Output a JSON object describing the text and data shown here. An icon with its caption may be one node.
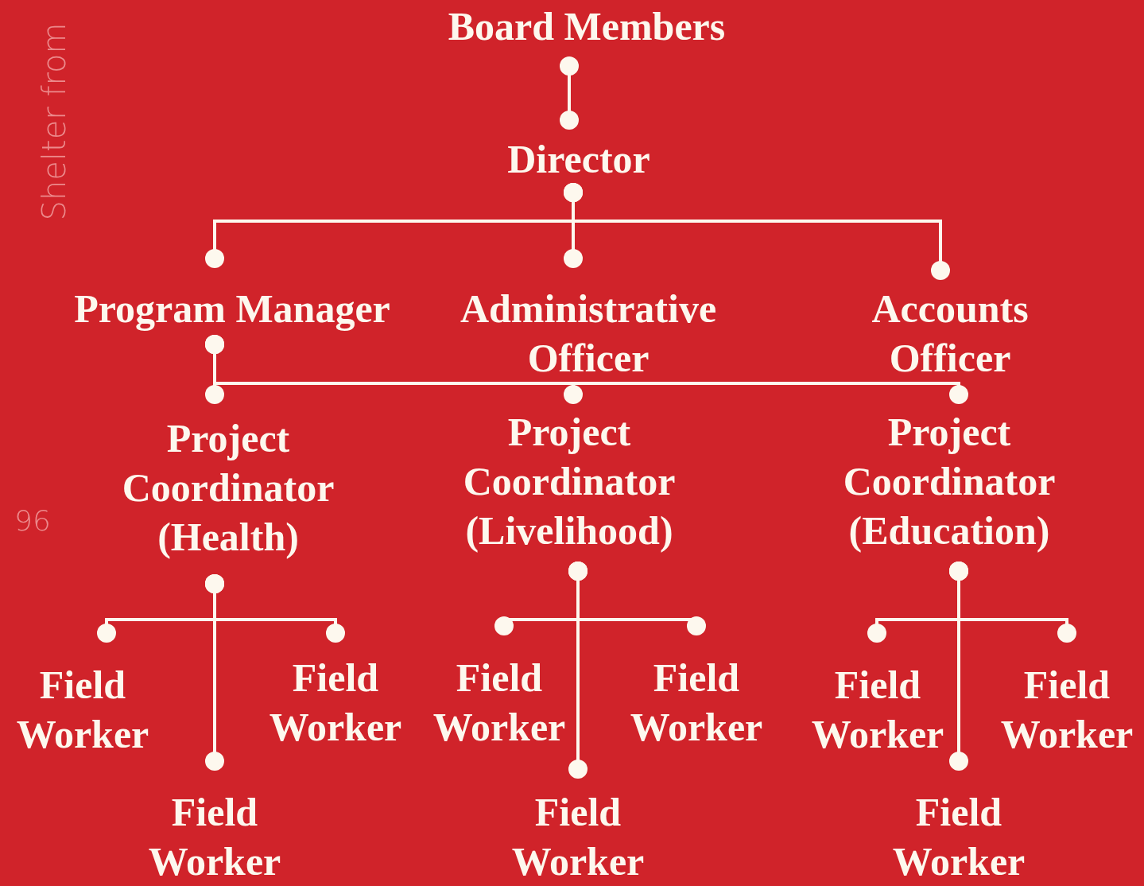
{
  "diagram": {
    "nodes": [
      {
        "text": [
          "Board Members"
        ]
      },
      {
        "text": [
          "Director"
        ]
      },
      {
        "text": [
          "Program Manager"
        ]
      },
      {
        "text": [
          "Administrative Officer"
        ]
      },
      {
        "text": [
          "Accounts Officer"
        ]
      },
      {
        "text": [
          "Project Coordinator (Health)"
        ]
      },
      {
        "text": [
          "Project Coordinator (Livelihood)"
        ]
      },
      {
        "text": [
          "Project Coordinator (Education)"
        ]
      },
      {
        "text": [
          "Field Worker"
        ]
      },
      {
        "text": [
          "Field Worker"
        ]
      },
      {
        "text": [
          "Field Worker"
        ]
      },
      {
        "text": [
          "Field Worker"
        ]
      },
      {
        "text": [
          "Field Worker"
        ]
      },
      {
        "text": [
          "Field Worker"
        ]
      },
      {
        "text": [
          "Field Worker"
        ]
      },
      {
        "text": [
          "Field Worker"
        ]
      },
      {
        "text": [
          "Field Worker"
        ]
      }
    ],
    "edges": [
      {
        "from": 0,
        "to": 1,
        "arrow": "other"
      },
      {
        "from": 1,
        "to": 2,
        "arrow": "other"
      },
      {
        "from": 1,
        "to": 3,
        "arrow": "other"
      },
      {
        "from": 1,
        "to": 4,
        "arrow": "other"
      },
      {
        "from": 2,
        "to": 5,
        "arrow": "other"
      },
      {
        "from": 2,
        "to": 6,
        "arrow": "other"
      },
      {
        "from": 2,
        "to": 7,
        "arrow": "other"
      },
      {
        "from": 5,
        "to": 8,
        "arrow": "other"
      },
      {
        "from": 5,
        "to": 9,
        "arrow": "other"
      },
      {
        "from": 5,
        "to": 10,
        "arrow": "other"
      },
      {
        "from": 6,
        "to": 11,
        "arrow": "other"
      },
      {
        "from": 6,
        "to": 12,
        "arrow": "other"
      },
      {
        "from": 6,
        "to": 13,
        "arrow": "other"
      },
      {
        "from": 7,
        "to": 14,
        "arrow": "other"
      },
      {
        "from": 7,
        "to": 15,
        "arrow": "other"
      },
      {
        "from": 7,
        "to": 16,
        "arrow": "other"
      }
    ],
    "labels": [
      "Shelter from",
      "96"
    ]
  }
}
